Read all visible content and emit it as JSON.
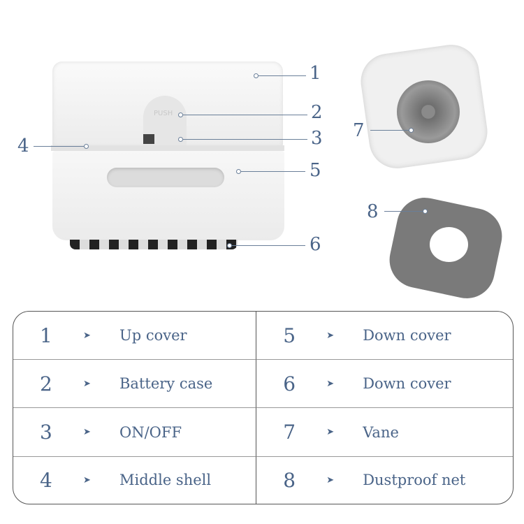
{
  "product": {
    "button_text": "PUSH"
  },
  "callouts": [
    "1",
    "2",
    "3",
    "4",
    "5",
    "6",
    "7",
    "8"
  ],
  "parts": [
    {
      "num": "1",
      "arrow": "➤",
      "label": "Up cover"
    },
    {
      "num": "2",
      "arrow": "➤",
      "label": "Battery case"
    },
    {
      "num": "3",
      "arrow": "➤",
      "label": "ON/OFF"
    },
    {
      "num": "4",
      "arrow": "➤",
      "label": "Middle shell"
    },
    {
      "num": "5",
      "arrow": "➤",
      "label": "Down cover"
    },
    {
      "num": "6",
      "arrow": "➤",
      "label": "Down cover"
    },
    {
      "num": "7",
      "arrow": "➤",
      "label": "Vane"
    },
    {
      "num": "8",
      "arrow": "➤",
      "label": "Dustproof net"
    }
  ],
  "colors": {
    "text": "#4a6488",
    "body": "#f1f1f1",
    "net": "#7a7a7a"
  }
}
